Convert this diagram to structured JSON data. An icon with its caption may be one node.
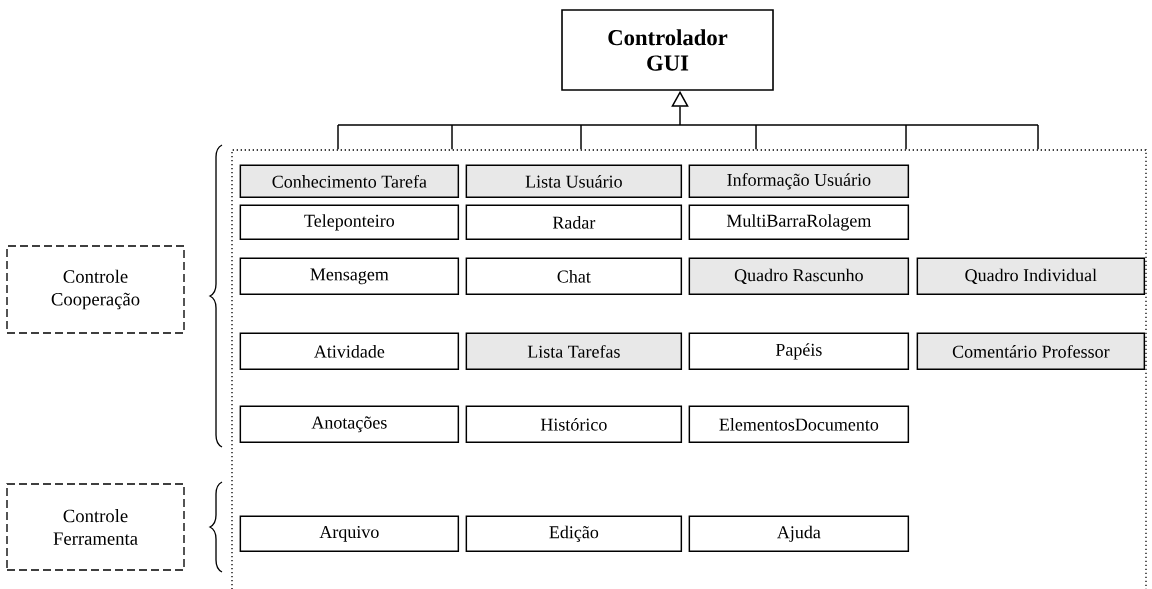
{
  "diagram": {
    "nodes": [
      {
        "text": [
          "Controlador GUI"
        ]
      },
      {
        "text": [
          "Controle Cooperação"
        ]
      },
      {
        "text": [
          "Controle Ferramenta"
        ]
      },
      {
        "text": [],
        "shape": "box"
      },
      {
        "text": [
          "Conhecimento Tarefa"
        ],
        "in": 3
      },
      {
        "text": [
          "Lista Usuário"
        ],
        "in": 3
      },
      {
        "text": [
          "Informação Usuário"
        ],
        "in": 3
      },
      {
        "text": [
          "Teleponteiro"
        ],
        "in": 3
      },
      {
        "text": [
          "Radar"
        ],
        "in": 3
      },
      {
        "text": [
          "MultiBarraRolagem"
        ],
        "in": 3
      },
      {
        "text": [
          "Mensagem"
        ],
        "in": 3
      },
      {
        "text": [
          "Chat"
        ],
        "in": 3
      },
      {
        "text": [
          "Quadro Rascunho"
        ],
        "in": 3
      },
      {
        "text": [
          "Quadro Individual"
        ],
        "in": 3
      },
      {
        "text": [
          "Atividade"
        ],
        "in": 3
      },
      {
        "text": [
          "Lista Tarefas"
        ],
        "in": 3
      },
      {
        "text": [
          "Papéis"
        ],
        "in": 3
      },
      {
        "text": [
          "Comentário Professor"
        ],
        "in": 3
      },
      {
        "text": [
          "Anotações"
        ],
        "in": 3
      },
      {
        "text": [
          "Histórico"
        ],
        "in": 3
      },
      {
        "text": [
          "ElementosDocumento"
        ],
        "in": 3
      },
      {
        "text": [
          "Arquivo"
        ],
        "in": 3
      },
      {
        "text": [
          "Edição"
        ],
        "in": 3
      },
      {
        "text": [
          "Ajuda"
        ],
        "in": 3
      }
    ],
    "edges": [
      {
        "from": 3,
        "to": 0,
        "arrow": "to"
      }
    ]
  }
}
